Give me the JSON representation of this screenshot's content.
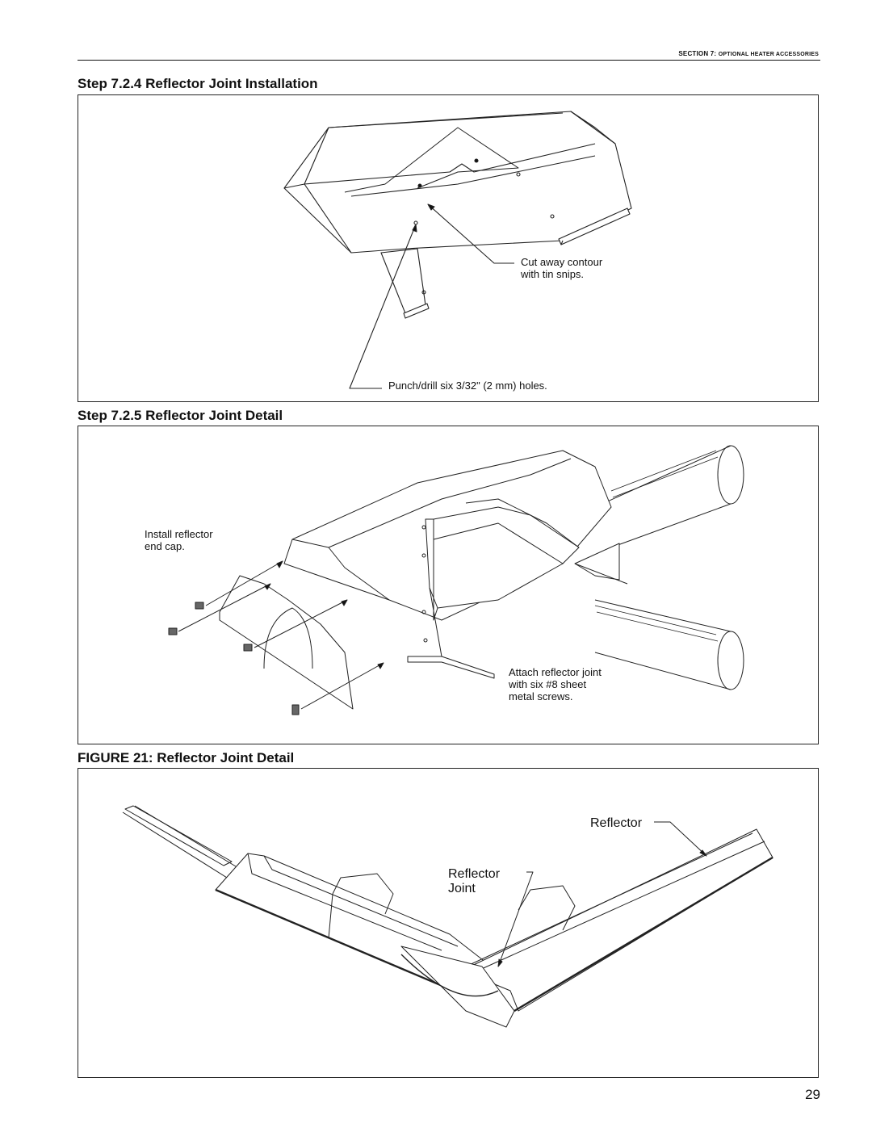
{
  "header": {
    "section_prefix": "SECTION 7: ",
    "section_title": "Optional Heater Accessories"
  },
  "step_724": {
    "title": "Step 7.2.4 Reflector Joint Installation",
    "callout_cut": "Cut away contour\nwith tin snips.",
    "callout_punch": "Punch/drill six 3/32\" (2 mm) holes."
  },
  "step_725": {
    "title": "Step 7.2.5 Reflector Joint Detail",
    "callout_endcap": "Install reflector\nend cap.",
    "callout_attach": "Attach reflector joint\nwith six #8 sheet\nmetal screws."
  },
  "figure21": {
    "title": "FIGURE 21: Reflector Joint Detail",
    "label_reflector": "Reflector",
    "label_joint": "Reflector\nJoint"
  },
  "page": {
    "number": "29"
  }
}
